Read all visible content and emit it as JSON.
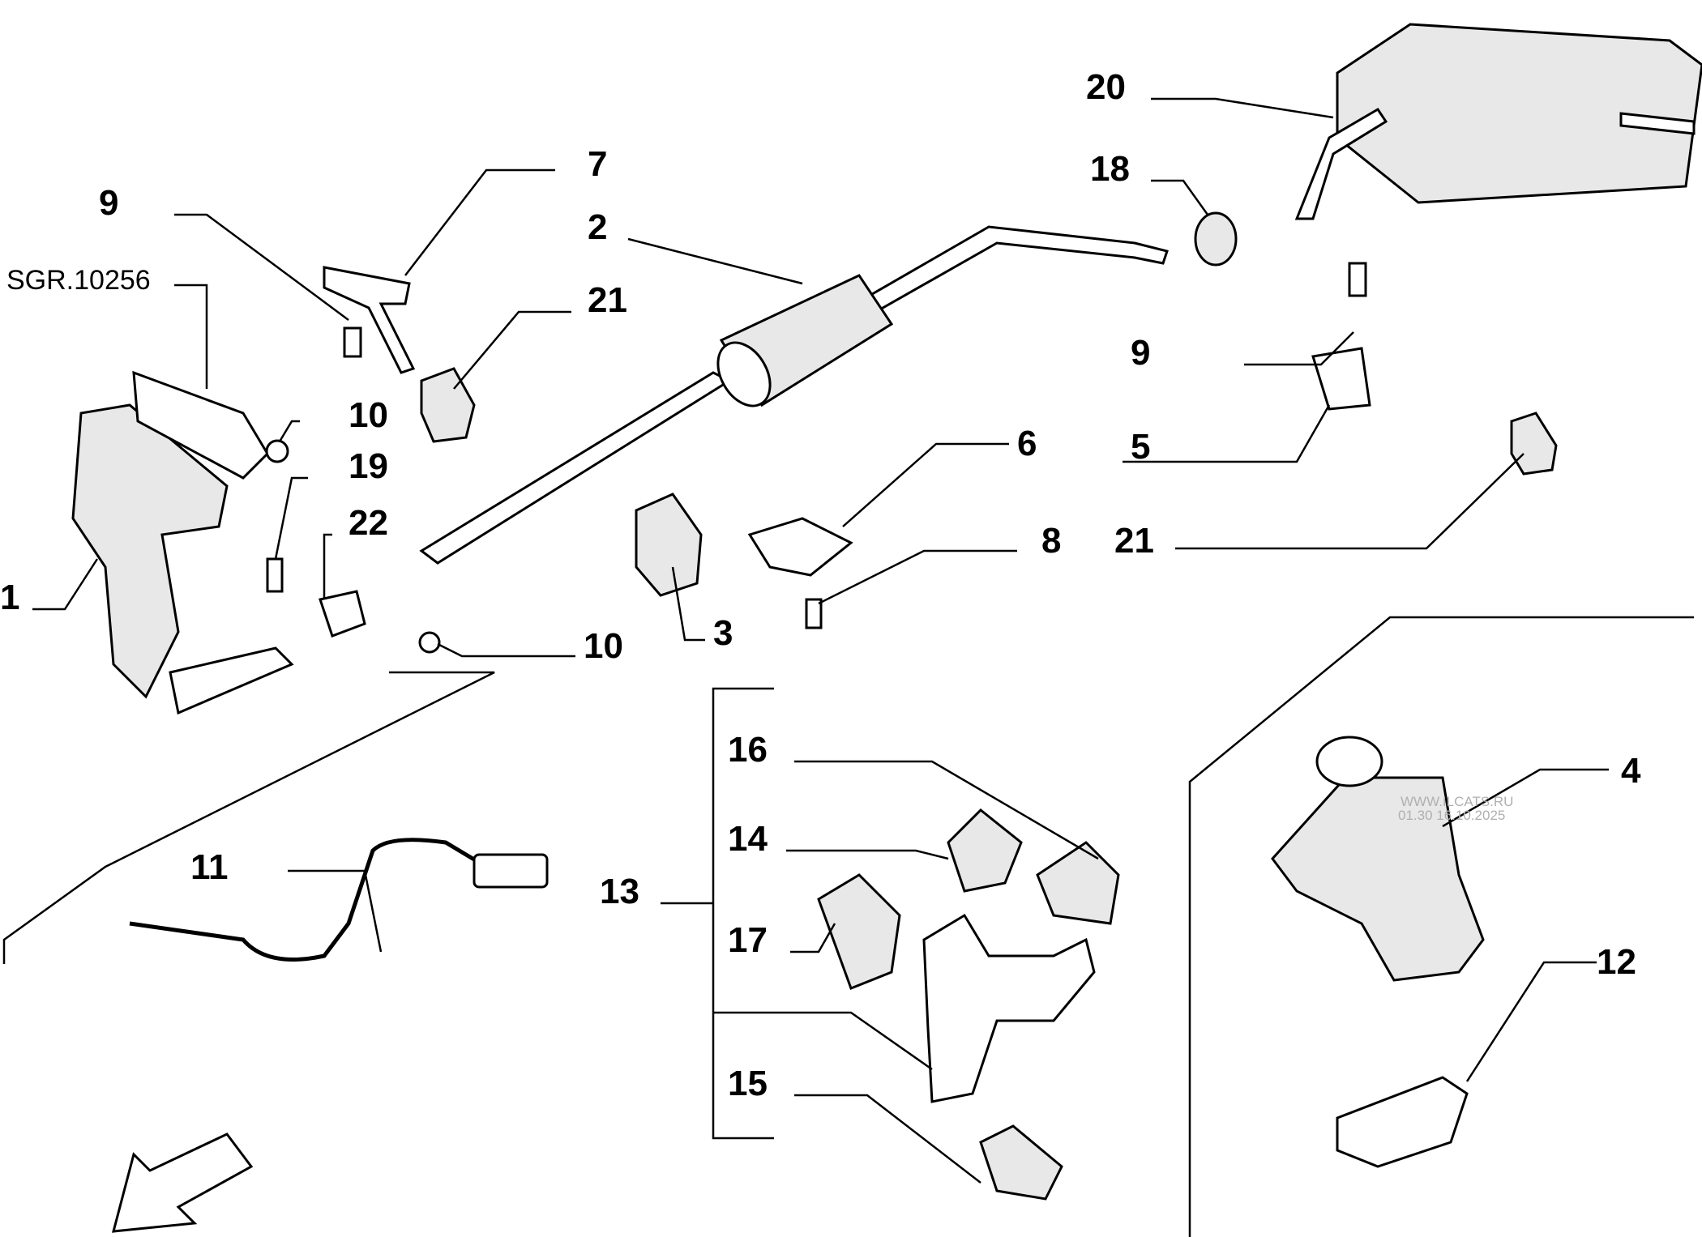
{
  "diagram": {
    "code": "SGR.10256",
    "watermark": [
      "WWW.ILCATS.RU",
      "01.30 16.10.2025"
    ],
    "callouts": [
      {
        "id": "c1",
        "label": "1"
      },
      {
        "id": "c2",
        "label": "2"
      },
      {
        "id": "c3",
        "label": "3"
      },
      {
        "id": "c4",
        "label": "4"
      },
      {
        "id": "c5",
        "label": "5"
      },
      {
        "id": "c6",
        "label": "6"
      },
      {
        "id": "c7",
        "label": "7"
      },
      {
        "id": "c8",
        "label": "8"
      },
      {
        "id": "c9a",
        "label": "9"
      },
      {
        "id": "c9b",
        "label": "9"
      },
      {
        "id": "c10a",
        "label": "10"
      },
      {
        "id": "c10b",
        "label": "10"
      },
      {
        "id": "c11",
        "label": "11"
      },
      {
        "id": "c12",
        "label": "12"
      },
      {
        "id": "c13",
        "label": "13"
      },
      {
        "id": "c14",
        "label": "14"
      },
      {
        "id": "c15",
        "label": "15"
      },
      {
        "id": "c16",
        "label": "16"
      },
      {
        "id": "c17",
        "label": "17"
      },
      {
        "id": "c18",
        "label": "18"
      },
      {
        "id": "c19",
        "label": "19"
      },
      {
        "id": "c20",
        "label": "20"
      },
      {
        "id": "c21a",
        "label": "21"
      },
      {
        "id": "c21b",
        "label": "21"
      },
      {
        "id": "c22",
        "label": "22"
      }
    ]
  }
}
